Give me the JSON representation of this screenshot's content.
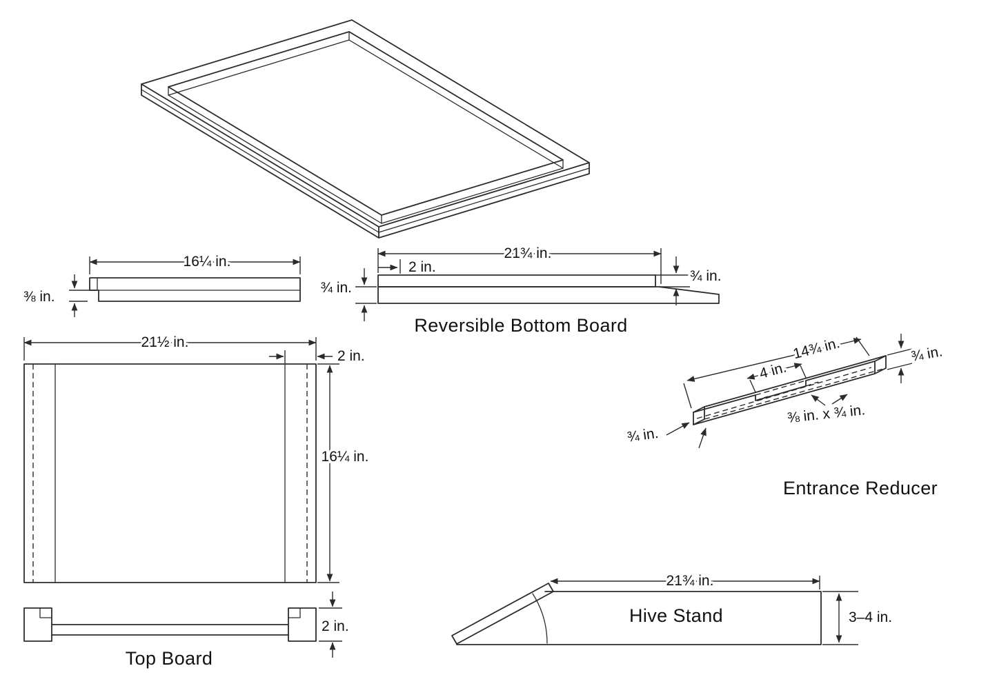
{
  "figure": {
    "background": "#ffffff",
    "ink": "#2b2b2b"
  },
  "bottom_board_side": {
    "length": "16¼ in.",
    "thickness": "⅜ in."
  },
  "reversible_bottom_board": {
    "title": "Reversible Bottom Board",
    "length": "21¾ in.",
    "entrance_depth": "2 in.",
    "left_thickness": "¾ in.",
    "right_thickness": "¾ in."
  },
  "top_board": {
    "title": "Top Board",
    "width": "21½ in.",
    "cleat_width": "2 in.",
    "depth": "16¼ in.",
    "side_height": "2 in."
  },
  "entrance_reducer": {
    "title": "Entrance Reducer",
    "length": "14¾ in.",
    "notch_width": "4 in.",
    "end_size": "¾ in.",
    "notch_size": "⅜ in. x ¾ in.",
    "side_size": "¾ in."
  },
  "hive_stand": {
    "title": "Hive Stand",
    "length": "21¾ in.",
    "height": "3–4 in."
  }
}
